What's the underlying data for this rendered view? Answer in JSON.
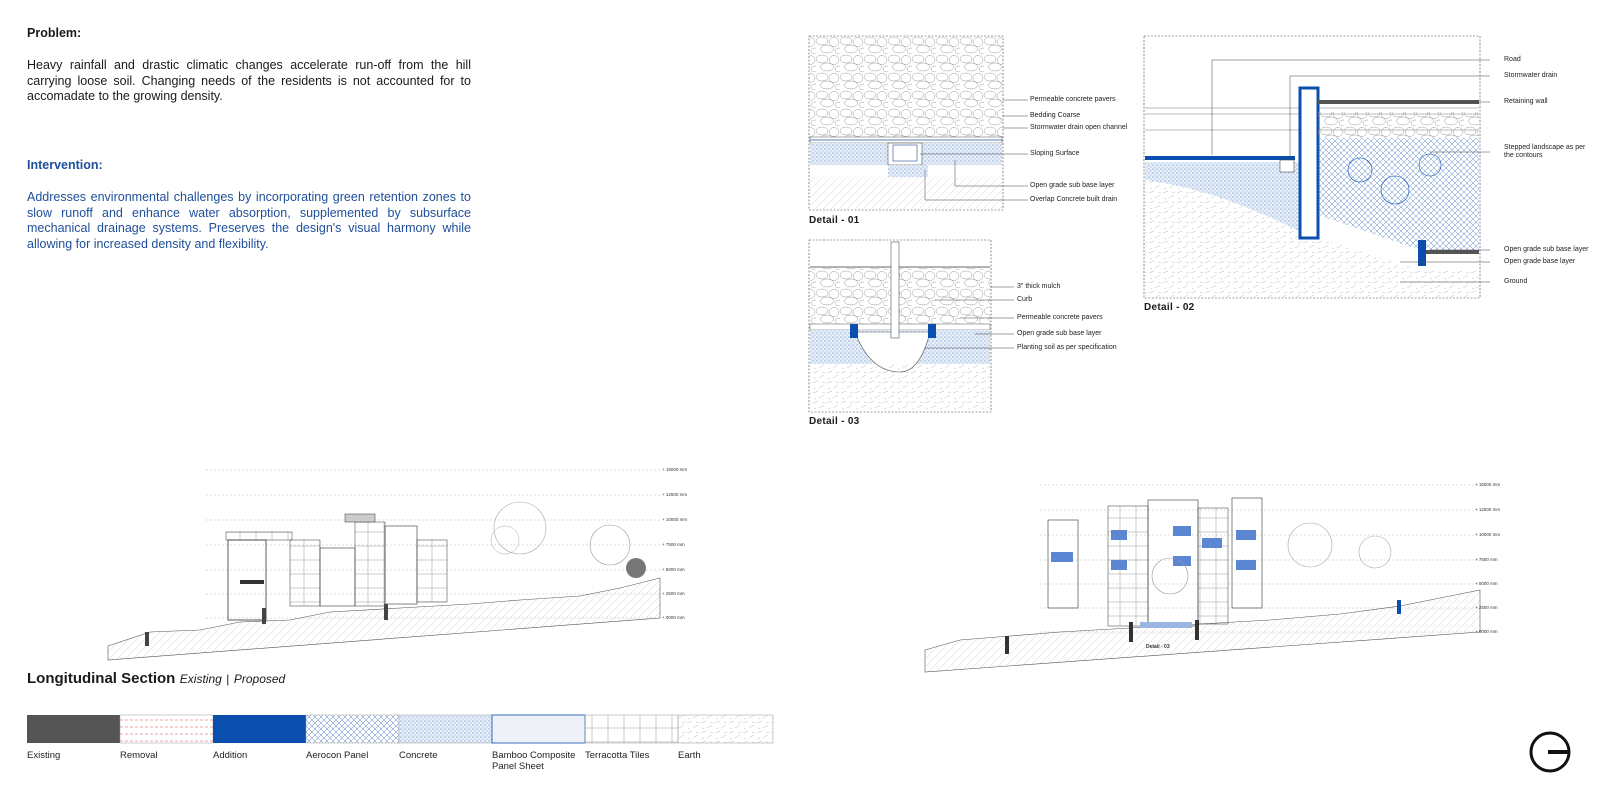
{
  "problem": {
    "heading": "Problem:",
    "text": "Heavy rainfall and drastic climatic changes accelerate run-off from the hill carrying loose soil. Changing needs of the residents is not accounted for to accomadate to the growing density."
  },
  "intervention": {
    "heading": "Intervention:",
    "text": "Addresses environmental challenges by incorporating green retention zones to slow runoff and enhance water absorption, supplemented by subsurface mechanical drainage systems. Preserves the design's visual harmony while allowing for increased density and flexibility."
  },
  "detail01": {
    "title": "Detail - 01",
    "labels": [
      "Permeable concrete pavers",
      "Bedding Coarse",
      "Stormwater drain open channel",
      "Sloping Surface",
      "Open grade sub base layer",
      "Overlap Concrete built drain"
    ]
  },
  "detail02": {
    "title": "Detail - 02",
    "labels": [
      "Road",
      "Stormwater drain",
      "Retaining wall",
      "Stepped landscape as per the contours",
      "Open grade sub base layer",
      "Open grade base layer",
      "Ground"
    ]
  },
  "detail03": {
    "title": "Detail - 03",
    "labels": [
      "3\" thick mulch",
      "Curb",
      "Permeable concrete pavers",
      "Open grade sub base layer",
      "Planting soil as per specification"
    ]
  },
  "elevations": [
    "+ 15000 mm",
    "+ 12500 mm",
    "+ 10000 mm",
    "+ 7500 mm",
    "+ 5000 mm",
    "+ 2500 mm",
    "+ 0000 mm"
  ],
  "section_detail_tag": "Detail - 03",
  "section": {
    "title": "Longitudinal Section",
    "existing": "Existing",
    "separator": "|",
    "proposed": "Proposed"
  },
  "legend": {
    "items": [
      {
        "label": "Existing",
        "fill": "#555555"
      },
      {
        "label": "Removal",
        "fill": "#ffffff"
      },
      {
        "label": "Addition",
        "fill": "#0b4fae"
      },
      {
        "label": "Aerocon Panel",
        "fill": "#dfe6f3"
      },
      {
        "label": "Concrete",
        "fill": "#f4f7fc"
      },
      {
        "label": "Bamboo Composite Panel Sheet",
        "fill": "#eef1f8"
      },
      {
        "label": "Terracotta Tiles",
        "fill": "#ffffff"
      },
      {
        "label": "Earth",
        "fill": "#f7f7f7"
      }
    ]
  },
  "colors": {
    "accent": "#0b4fae",
    "text_blue": "#1f4f9a",
    "existing": "#555555"
  },
  "logo": {
    "icon": "circle-logo-icon"
  }
}
